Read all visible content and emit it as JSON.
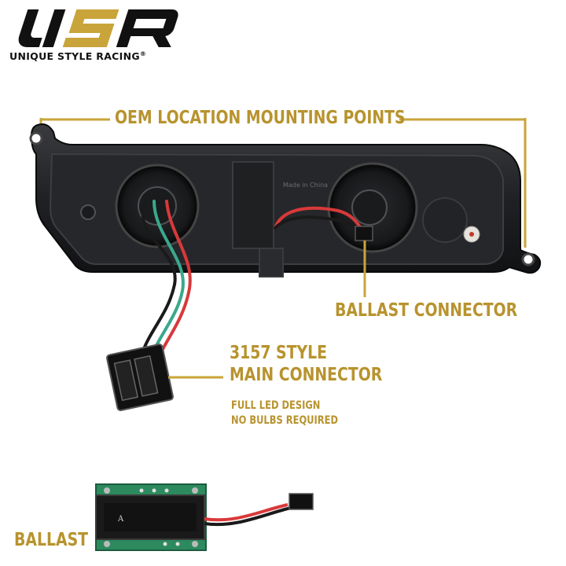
{
  "brand": {
    "logo_text": "USR",
    "name": "UNIQUE STYLE RACING",
    "registered_mark": "®",
    "colors": {
      "dark": "#111111",
      "gold": "#c9a43a"
    }
  },
  "callouts": {
    "mounting_points": "OEM LOCATION MOUNTING POINTS",
    "ballast_connector": "BALLAST CONNECTOR",
    "main_connector_line1": "3157 STYLE",
    "main_connector_line2": "MAIN CONNECTOR",
    "feature_line1": "FULL LED DESIGN",
    "feature_line2": "NO BULBS REQUIRED",
    "ballast": "BALLAST",
    "color": "#b8932e"
  },
  "product": {
    "housing_marking": "Made in China",
    "ballast_marking": "A"
  }
}
